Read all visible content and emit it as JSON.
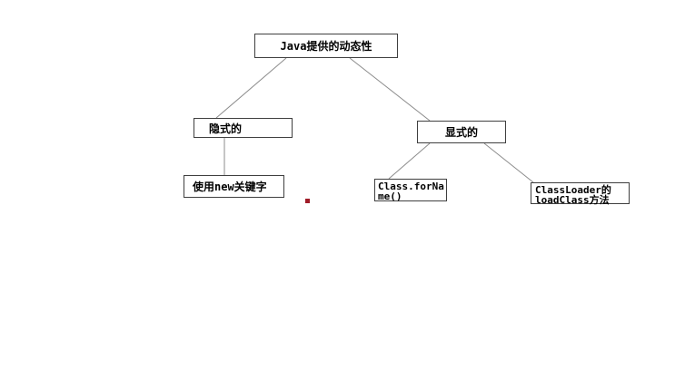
{
  "diagram": {
    "nodes": [
      {
        "id": "root",
        "text": "Java提供的动态性",
        "lines": [
          "Java提供的动态性"
        ]
      },
      {
        "id": "implicit",
        "text": "隐式的",
        "lines": [
          "隐式的"
        ]
      },
      {
        "id": "new-keyword",
        "text": "使用new关键字",
        "lines": [
          "使用new关键字"
        ]
      },
      {
        "id": "explicit",
        "text": "显式的",
        "lines": [
          "显式的"
        ]
      },
      {
        "id": "class-forname",
        "text": "Class.forName()",
        "lines": [
          "Class.forNa",
          "me()"
        ]
      },
      {
        "id": "classloader",
        "text": "ClassLoader的loadClass方法",
        "lines": [
          "ClassLoader的",
          "loadClass方法"
        ]
      }
    ],
    "edges": [
      {
        "from": "root",
        "to": "implicit"
      },
      {
        "from": "root",
        "to": "explicit"
      },
      {
        "from": "implicit",
        "to": "new-keyword"
      },
      {
        "from": "explicit",
        "to": "class-forname"
      },
      {
        "from": "explicit",
        "to": "classloader"
      }
    ],
    "marker": {
      "name": "red-dot",
      "color": "#a01c28"
    },
    "colors": {
      "background": "#ffffff",
      "node_fill": "#ffffff",
      "node_border": "#3f3f3f",
      "connector": "#8c8c8c",
      "text": "#000000"
    }
  }
}
